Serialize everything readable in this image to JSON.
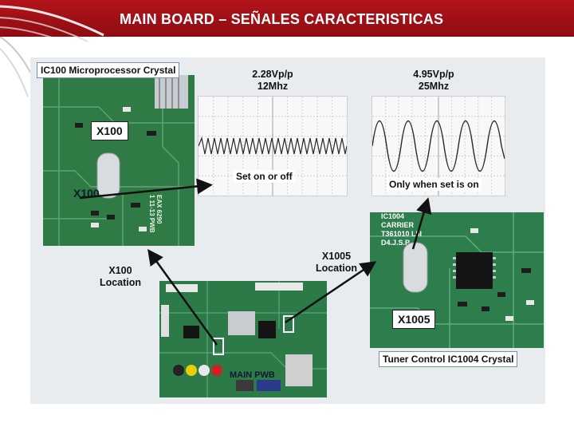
{
  "slide": {
    "title": "MAIN BOARD – SEÑALES CARACTERISTICAS"
  },
  "crystal_labels": {
    "ic100": "IC100 Microprocessor Crystal",
    "ic1004": "Tuner Control IC1004 Crystal"
  },
  "scopes": {
    "left": {
      "amplitude": "2.28Vp/p",
      "frequency": "12Mhz",
      "note": "Set on or off"
    },
    "right": {
      "amplitude": "4.95Vp/p",
      "frequency": "25Mhz",
      "note": "Only when set is on"
    }
  },
  "tags": {
    "x100": "X100",
    "x100_board": "X100",
    "x1005": "X1005",
    "main_pwb": "MAIN PWB"
  },
  "locations": {
    "x100": "X100\nLocation",
    "x1005": "X1005\nLocation"
  },
  "board_print": {
    "left": "EAX 6290\n1 11-13 PWB",
    "right": "IC1004\nCARRIER\nT361010 L5I\nD4.J.S.P"
  }
}
